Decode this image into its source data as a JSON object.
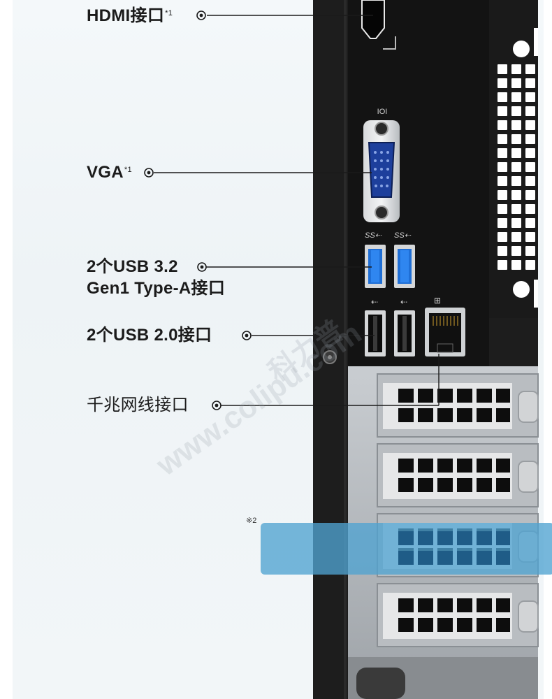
{
  "labels": {
    "hdmi": {
      "text": "HDMI接口",
      "note": "*1"
    },
    "vga": {
      "text": "VGA",
      "note": "*1"
    },
    "usb32_line1": "2个USB 3.2",
    "usb32_line2": "Gen1 Type-A接口",
    "usb20": "2个USB 2.0接口",
    "lan": "千兆网线接口"
  },
  "footnote": "※2",
  "watermark": {
    "brand_cn": "科力普",
    "url": "www.colipu.com"
  },
  "port_marks": {
    "vga_port": "IOI",
    "usb_ss": "SS",
    "usb_std": "USB",
    "lan_icon": "network"
  },
  "colors": {
    "chassis": "#1c1c1c",
    "io_plate": "#161616",
    "vga_blue": "#2b4fb3",
    "usb_blue": "#1f6fd6",
    "highlight": "#5aa9d6",
    "label": "#1b1b1b"
  }
}
